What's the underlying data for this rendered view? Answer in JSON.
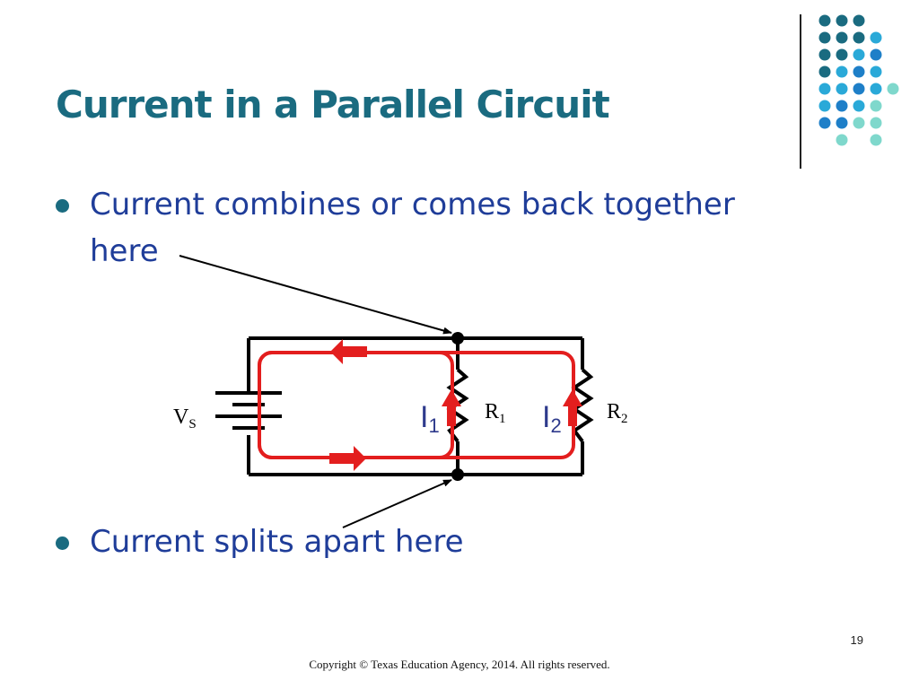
{
  "slide": {
    "title": "Current in a Parallel Circuit",
    "bullets": [
      "Current combines or comes back together here",
      "Current splits apart here"
    ],
    "page_number": "19",
    "copyright": "Copyright © Texas Education Agency, 2014. All rights reserved."
  },
  "diagram": {
    "source_label": "V",
    "source_sub": "S",
    "r1_label": "R",
    "r1_sub": "1",
    "r2_label": "R",
    "r2_sub": "2",
    "i1_label": "I",
    "i1_sub": "1",
    "i2_label": "I",
    "i2_sub": "2"
  },
  "colors": {
    "title": "#1a6b80",
    "bullet_text": "#1f3d99",
    "current_path": "#e31e1e",
    "current_label": "#2e3a8c",
    "dot_dark": "#1a6b80",
    "dot_blue": "#1e7fc8",
    "dot_cyan": "#2aa9d8",
    "dot_mint": "#7fd8cc"
  }
}
